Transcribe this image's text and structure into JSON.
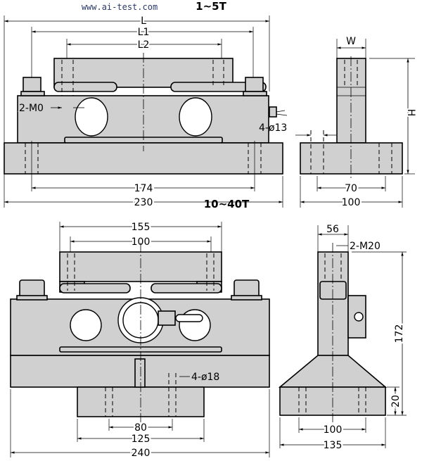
{
  "watermark": "www.ai-test.com",
  "small_model": {
    "title": "1~5T",
    "front": {
      "L": "L",
      "L1": "L1",
      "L2": "L2",
      "thread": "2-M0",
      "pitch": "174",
      "width": "230"
    },
    "side": {
      "W": "W",
      "H": "H",
      "holes": "4-ø13",
      "pitch": "70",
      "width": "100"
    }
  },
  "large_model": {
    "title": "10~40T",
    "front": {
      "top_span": "155",
      "top_pitch": "100",
      "holes": "4-ø18",
      "foot_pitch": "80",
      "foot_width": "125",
      "width": "240"
    },
    "side": {
      "column": "56",
      "thread": "2-M20",
      "height": "172",
      "base_h": "20",
      "pitch": "100",
      "width": "135"
    }
  }
}
